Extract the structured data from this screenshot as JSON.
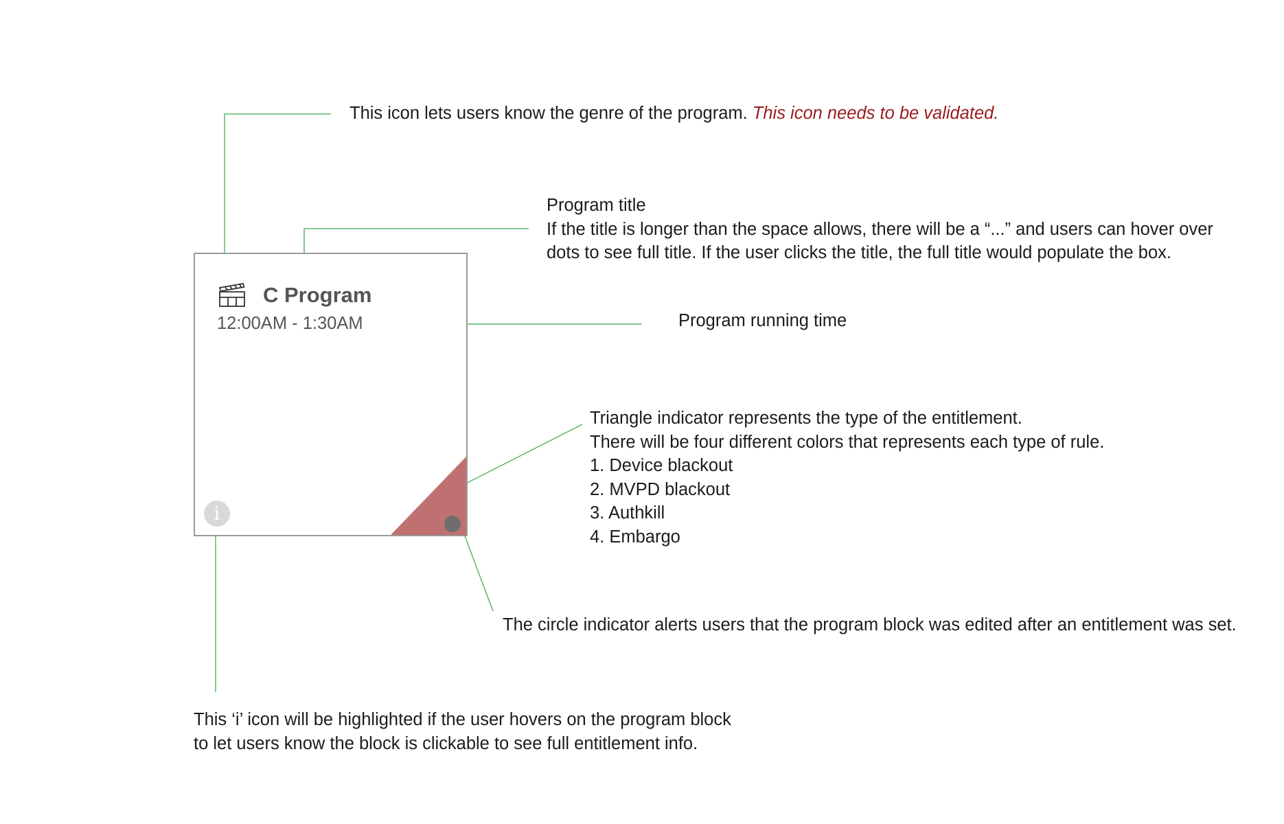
{
  "annotations": {
    "genre": {
      "text": "This icon lets users know the genre of the program.",
      "warning": "This icon needs to be validated."
    },
    "title": {
      "heading": "Program title",
      "line1": "If the title is longer than the space allows, there will be a “...” and users can hover over",
      "line2": "dots to see full title. If the user clicks the title, the full title would populate the box."
    },
    "running_time": "Program running time",
    "triangle": {
      "line1": "Triangle indicator represents the type of the entitlement.",
      "line2": "There will be four different colors that represents each type of rule.",
      "items": [
        "1. Device blackout",
        "2. MVPD blackout",
        "3. Authkill",
        "4. Embargo"
      ]
    },
    "circle": "The circle indicator alerts users that the program block was edited after an entitlement was set.",
    "info": {
      "line1": "This ‘i’ icon will be highlighted if the user hovers on the program block",
      "line2": "to let users know the block is clickable to see full entitlement info."
    }
  },
  "program_block": {
    "genre_icon": "clapperboard-icon",
    "title": "C Program",
    "time": "12:00AM - 1:30AM",
    "info_icon": "info-icon",
    "info_glyph": "i",
    "triangle_color": "#bf7070",
    "dot_color": "#6e6e6e"
  },
  "colors": {
    "connector": "#5ab56a",
    "warning_text": "#9b1c1c",
    "block_border": "#9a9a9a"
  }
}
